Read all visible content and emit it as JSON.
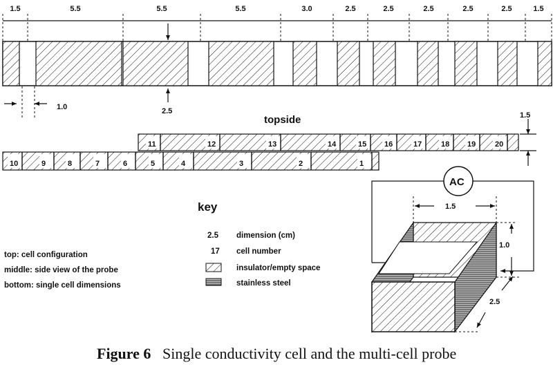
{
  "top_dimensions": [
    "1.5",
    "5.5",
    "5.5",
    "5.5",
    "3.0",
    "2.5",
    "2.5",
    "2.5",
    "2.5",
    "2.5",
    "1.5"
  ],
  "top_sub_dimensions": {
    "left_gap": "1.0",
    "mid_gap": "2.5"
  },
  "topside_label": "topside",
  "side_height_label": "1.5",
  "upper_row_cells": [
    "11",
    "12",
    "13",
    "14",
    "15",
    "16",
    "17",
    "18",
    "19",
    "20"
  ],
  "lower_row_cells": [
    "10",
    "9",
    "8",
    "7",
    "6",
    "5",
    "4",
    "3",
    "2",
    "1"
  ],
  "key": {
    "title": "key",
    "entries": [
      {
        "symbol": "2.5",
        "text": "dimension (cm)"
      },
      {
        "symbol": "17",
        "text": "cell number"
      },
      {
        "symbol": "hatch",
        "text": "insulator/empty space"
      },
      {
        "symbol": "steel",
        "text": "stainless steel"
      }
    ]
  },
  "notes": [
    "top: cell configuration",
    "middle: side view of the probe",
    "bottom: single cell dimensions"
  ],
  "single_cell": {
    "source": "AC",
    "width": "1.5",
    "height": "1.0",
    "depth": "2.5"
  },
  "caption": {
    "label": "Figure 6",
    "text": "Single conductivity cell and the multi-cell probe"
  }
}
